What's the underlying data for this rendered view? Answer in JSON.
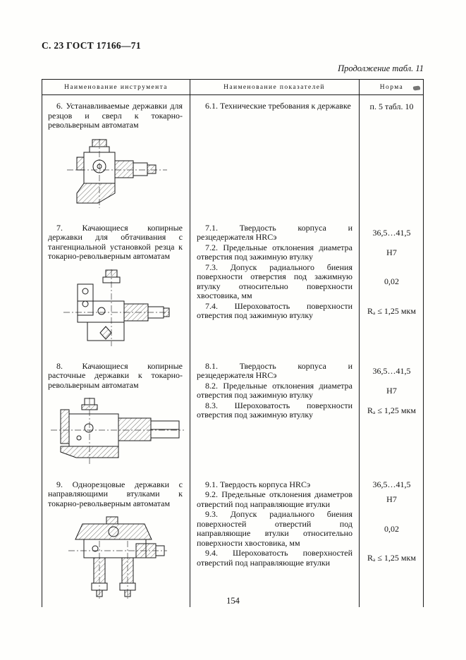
{
  "page": {
    "header": "С. 23 ГОСТ 17166—71",
    "continuation": "Продолжение табл. 11",
    "page_number": "154"
  },
  "table": {
    "headers": {
      "instrument": "Наименование инструмента",
      "indicators": "Наименование показателей",
      "norm": "Норма"
    },
    "rows": [
      {
        "instrument": "6. Устанавливаемые державки для резцов и сверл к токарно-револьверным автоматам",
        "drawing": "installable-holder-drawing",
        "items": [
          {
            "text": "6.1. Технические требования к державке",
            "norm": "п. 5 табл. 10"
          }
        ]
      },
      {
        "instrument": "7. Качающиеся копирные державки для обтачивания с тангенциальной установкой резца к токарно-револьверным автоматам",
        "drawing": "swinging-copy-holder-drawing",
        "items": [
          {
            "text": "7.1. Твердость корпуса и резцедержателя HRCэ",
            "norm": "36,5…41,5"
          },
          {
            "text": "7.2. Предельные отклонения диаметра отверстия под зажимную втулку",
            "norm": "Н7"
          },
          {
            "text": "7.3. Допуск радиального биения поверхности отверстия под зажимную втулку относительно поверхности хвостовика, мм",
            "norm": "0,02"
          },
          {
            "text": "7.4. Шероховатость поверхности отверстия под зажимную втулку",
            "norm": "Rₐ ≤ 1,25 мкм"
          }
        ]
      },
      {
        "instrument": "8. Качающиеся копирные расточные державки к токарно-револьверным автоматам",
        "drawing": "swinging-boring-holder-drawing",
        "items": [
          {
            "text": "8.1. Твердость корпуса и резцедержателя HRCэ",
            "norm": "36,5…41,5"
          },
          {
            "text": "8.2. Предельные отклонения диаметра отверстия под зажимную втулку",
            "norm": "Н7"
          },
          {
            "text": "8.3. Шероховатость поверхности отверстия под зажимную втулку",
            "norm": "Rₐ ≤ 1,25 мкм"
          }
        ]
      },
      {
        "instrument": "9. Однорезцовые державки с направляющими втулками к токарно-револьверным автоматам",
        "drawing": "single-cutter-holder-drawing",
        "items": [
          {
            "text": "9.1. Твердость корпуса HRCэ",
            "norm": "36,5…41,5"
          },
          {
            "text": "9.2. Предельные отклонения диаметров отверстий под направляющие втулки",
            "norm": "Н7"
          },
          {
            "text": "9.3. Допуск радиального биения поверхностей отверстий под направляющие втулки относительно поверхности хвостовика, мм",
            "norm": "0,02"
          },
          {
            "text": "9.4. Шероховатость поверхностей отверстий под направляющие втулки",
            "norm": "Rₐ ≤ 1,25 мкм"
          }
        ]
      }
    ]
  }
}
